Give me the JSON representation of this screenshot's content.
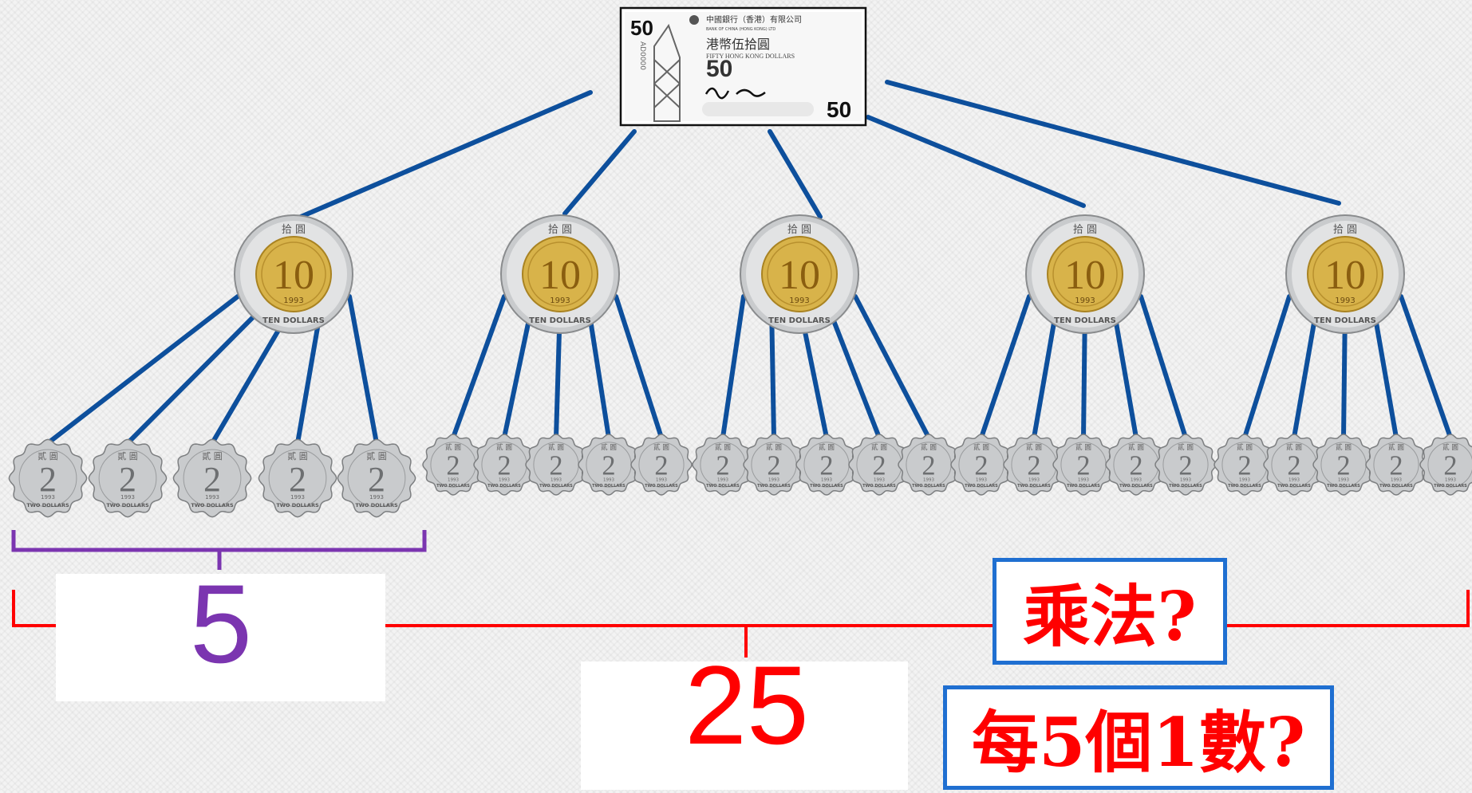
{
  "banknote": {
    "denomination": "50",
    "bank_name_cn": "中國銀行（香港）有限公司",
    "bank_name_en": "BANK OF CHINA (HONG KONG) LTD",
    "amount_cn": "港幣伍拾圓",
    "amount_en": "FIFTY HONG KONG DOLLARS",
    "serial": "AD0000"
  },
  "ten_coin": {
    "value": "10",
    "top_text": "拾 圓",
    "year": "1993",
    "bottom_text": "TEN DOLLARS",
    "count": 5
  },
  "two_coin": {
    "value": "2",
    "top_text": "貳 圓",
    "year": "1993",
    "bottom_text": "TWO DOLLARS",
    "count_per_group": 5
  },
  "labels": {
    "group_count": "5",
    "total_count": "25"
  },
  "notes": {
    "multiplication": "乘法?",
    "count_by_five": "每5個1數?"
  },
  "colors": {
    "connector": "#0d4f9c",
    "small_brace": "#7b35b0",
    "big_brace": "#ff0000",
    "label_five": "#7b35b0",
    "label_total": "#ff0000",
    "note_border": "#1f6fd1",
    "coin_gold": "#d8b34a",
    "coin_silver": "#c9cbcd"
  }
}
